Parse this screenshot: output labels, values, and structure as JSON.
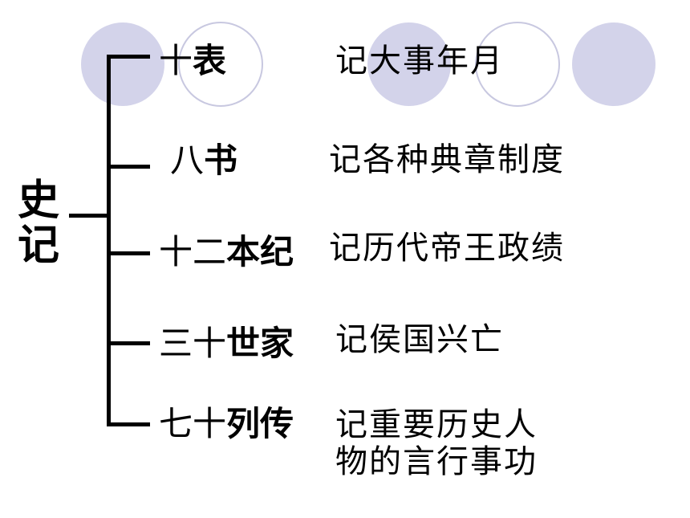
{
  "root": {
    "char1": "史",
    "char2": "记"
  },
  "branches": [
    {
      "num": "十",
      "kind": "表",
      "desc": "记大事年月"
    },
    {
      "num": "八",
      "kind": "书",
      "desc": "记各种典章制度"
    },
    {
      "num": "十二",
      "kind": "本纪",
      "desc": "记历代帝王政绩"
    },
    {
      "num": "三十",
      "kind": "世家",
      "desc": "记侯国兴亡"
    },
    {
      "num": "七十",
      "kind": "列传",
      "desc": "记重要历史人\n物的言行事功"
    }
  ],
  "decoration": {
    "circle_fill": "#d3d3ea",
    "circle_stroke": "#c8c8e0"
  }
}
